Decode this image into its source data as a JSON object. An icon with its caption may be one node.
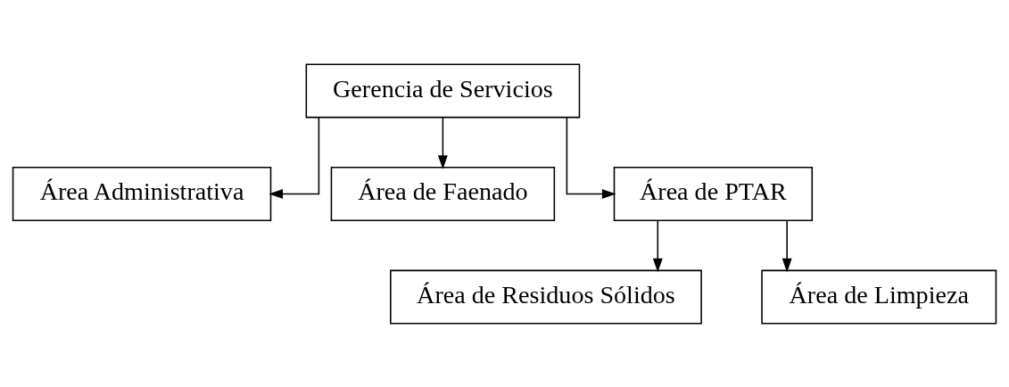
{
  "diagram": {
    "nodes": [
      {
        "text": [
          "Gerencia de Servicios"
        ]
      },
      {
        "text": [
          "Área Administrativa"
        ]
      },
      {
        "text": [
          "Área de Faenado"
        ]
      },
      {
        "text": [
          "Área de PTAR"
        ]
      },
      {
        "text": [
          "Área de Residuos Sólidos"
        ]
      },
      {
        "text": [
          "Área de Limpieza"
        ]
      }
    ],
    "edges": [
      {
        "from": 0,
        "to": 1,
        "arrow": "to"
      },
      {
        "from": 0,
        "to": 2,
        "arrow": "to"
      },
      {
        "from": 0,
        "to": 3,
        "arrow": "to"
      },
      {
        "from": 3,
        "to": 4,
        "arrow": "to"
      },
      {
        "from": 3,
        "to": 5,
        "arrow": "to"
      }
    ]
  }
}
